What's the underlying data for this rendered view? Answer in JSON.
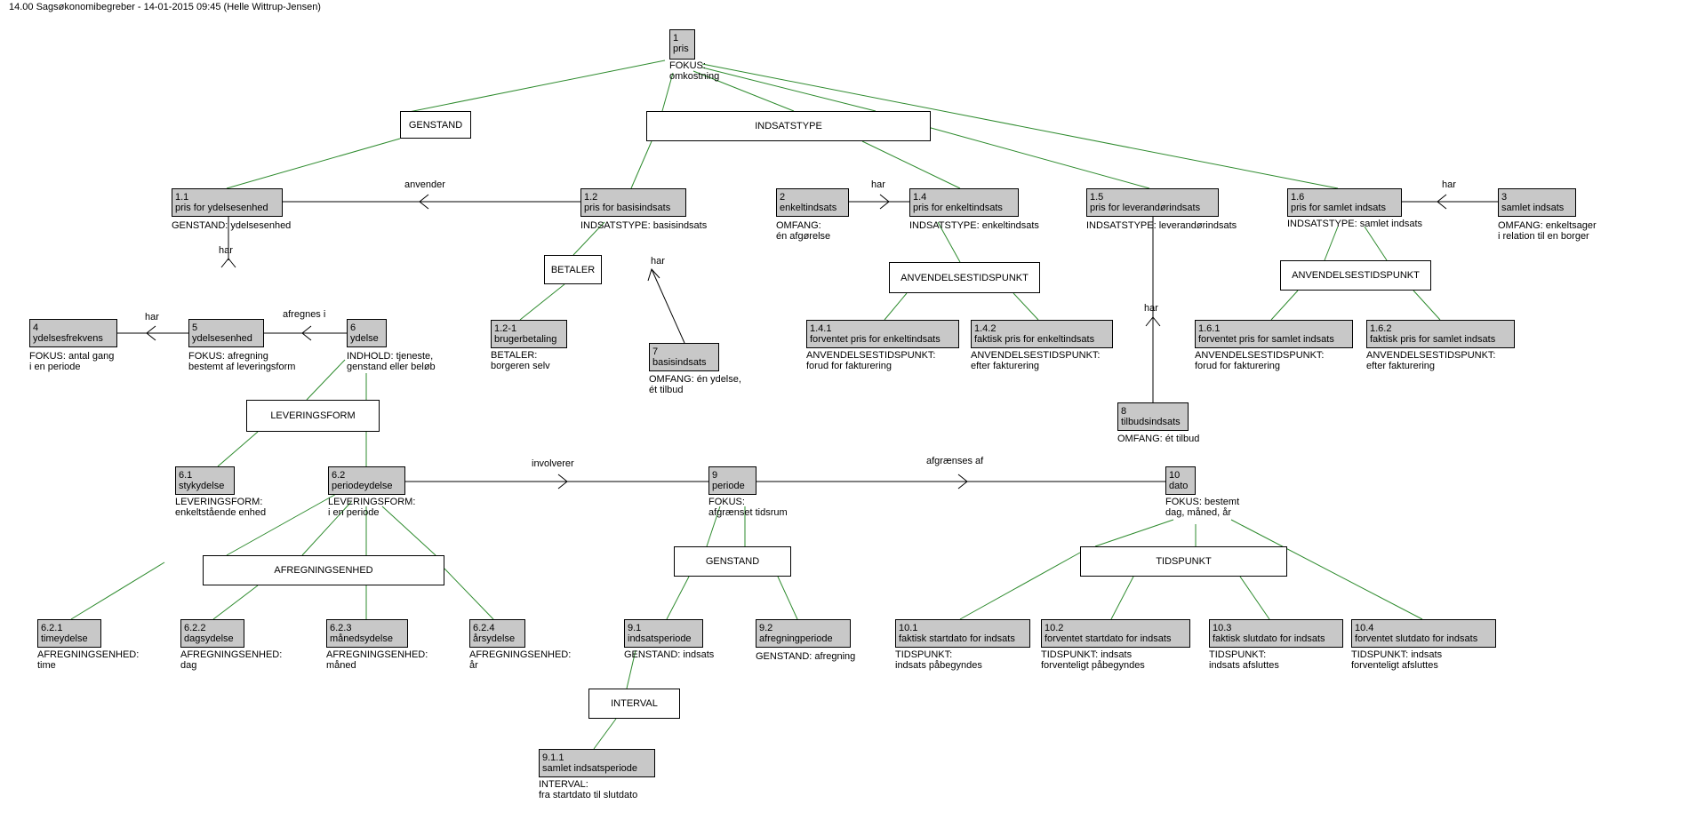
{
  "page": {
    "title": "14.00 Sagsøkonomibegreber - 14-01-2015 09:45 (Helle Wittrup-Jensen)"
  },
  "colors": {
    "concept_fill": "#c8c8c8",
    "generalization_line": "#2e8b2e",
    "association_line": "#000000"
  },
  "concepts": {
    "c1": {
      "id": "1",
      "name": "pris",
      "notes": [
        "FOKUS:",
        "omkostning"
      ]
    },
    "c1_1": {
      "id": "1.1",
      "name": "pris for ydelsesenhed",
      "notes": [
        "GENSTAND: ydelsesenhed"
      ]
    },
    "c1_2": {
      "id": "1.2",
      "name": "pris for basisindsats",
      "notes": [
        "INDSATSTYPE: basisindsats"
      ]
    },
    "c2": {
      "id": "2",
      "name": "enkeltindsats",
      "notes": [
        "OMFANG:",
        "én afgørelse"
      ]
    },
    "c1_4": {
      "id": "1.4",
      "name": "pris for enkeltindsats",
      "notes": [
        "INDSATSTYPE: enkeltindsats"
      ]
    },
    "c1_5": {
      "id": "1.5",
      "name": "pris for leverandørindsats",
      "notes": [
        "INDSATSTYPE: leverandørindsats"
      ]
    },
    "c1_6": {
      "id": "1.6",
      "name": "pris for samlet indsats",
      "notes": [
        "INDSATSTYPE: samlet indsats"
      ]
    },
    "c3": {
      "id": "3",
      "name": "samlet indsats",
      "notes": [
        "OMFANG: enkeltsager",
        "i relation til en borger"
      ]
    },
    "c4": {
      "id": "4",
      "name": "ydelsesfrekvens",
      "notes": [
        "FOKUS: antal gang",
        "i en periode"
      ]
    },
    "c5": {
      "id": "5",
      "name": "ydelsesenhed",
      "notes": [
        "FOKUS: afregning",
        "bestemt af leveringsform"
      ]
    },
    "c6": {
      "id": "6",
      "name": "ydelse",
      "notes": [
        "INDHOLD: tjeneste,",
        "genstand eller beløb"
      ]
    },
    "c1_2_1": {
      "id": "1.2-1",
      "name": "brugerbetaling",
      "notes": [
        "BETALER:",
        "borgeren selv"
      ]
    },
    "c7": {
      "id": "7",
      "name": "basisindsats",
      "notes": [
        "OMFANG: én ydelse,",
        "ét tilbud"
      ]
    },
    "c1_4_1": {
      "id": "1.4.1",
      "name": "forventet pris for enkeltindsats",
      "notes": [
        "ANVENDELSESTIDSPUNKT:",
        "forud for fakturering"
      ]
    },
    "c1_4_2": {
      "id": "1.4.2",
      "name": "faktisk pris for enkeltindsats",
      "notes": [
        "ANVENDELSESTIDSPUNKT:",
        "efter fakturering"
      ]
    },
    "c1_6_1": {
      "id": "1.6.1",
      "name": "forventet pris for samlet indsats",
      "notes": [
        "ANVENDELSESTIDSPUNKT:",
        "forud for fakturering"
      ]
    },
    "c1_6_2": {
      "id": "1.6.2",
      "name": "faktisk pris for samlet indsats",
      "notes": [
        "ANVENDELSESTIDSPUNKT:",
        "efter fakturering"
      ]
    },
    "c8": {
      "id": "8",
      "name": "tilbudsindsats",
      "notes": [
        "OMFANG: ét tilbud"
      ]
    },
    "c6_1": {
      "id": "6.1",
      "name": "stykydelse",
      "notes": [
        "LEVERINGSFORM:",
        "enkeltstående enhed"
      ]
    },
    "c6_2": {
      "id": "6.2",
      "name": "periodeydelse",
      "notes": [
        "LEVERINGSFORM:",
        "i en periode"
      ]
    },
    "c9": {
      "id": "9",
      "name": "periode",
      "notes": [
        "FOKUS:",
        "afgrænset tidsrum"
      ]
    },
    "c10": {
      "id": "10",
      "name": "dato",
      "notes": [
        "FOKUS: bestemt",
        "dag, måned, år"
      ]
    },
    "c6_2_1": {
      "id": "6.2.1",
      "name": "timeydelse",
      "notes": [
        "AFREGNINGSENHED:",
        "time"
      ]
    },
    "c6_2_2": {
      "id": "6.2.2",
      "name": "dagsydelse",
      "notes": [
        "AFREGNINGSENHED:",
        "dag"
      ]
    },
    "c6_2_3": {
      "id": "6.2.3",
      "name": "månedsydelse",
      "notes": [
        "AFREGNINGSENHED:",
        "måned"
      ]
    },
    "c6_2_4": {
      "id": "6.2.4",
      "name": "årsydelse",
      "notes": [
        "AFREGNINGSENHED:",
        "år"
      ]
    },
    "c9_1": {
      "id": "9.1",
      "name": "indsatsperiode",
      "notes": [
        "GENSTAND: indsats"
      ]
    },
    "c9_2": {
      "id": "9.2",
      "name": "afregningperiode",
      "notes": [
        "GENSTAND: afregning"
      ]
    },
    "c9_1_1": {
      "id": "9.1.1",
      "name": "samlet indsatsperiode",
      "notes": [
        "INTERVAL:",
        "fra startdato til slutdato"
      ]
    },
    "c10_1": {
      "id": "10.1",
      "name": "faktisk startdato for indsats",
      "notes": [
        "TIDSPUNKT:",
        "indsats påbegyndes"
      ]
    },
    "c10_2": {
      "id": "10.2",
      "name": "forventet startdato for indsats",
      "notes": [
        "TIDSPUNKT: indsats",
        "forventeligt påbegyndes"
      ]
    },
    "c10_3": {
      "id": "10.3",
      "name": "faktisk slutdato for indsats",
      "notes": [
        "TIDSPUNKT:",
        "indsats afsluttes"
      ]
    },
    "c10_4": {
      "id": "10.4",
      "name": "forventet slutdato for indsats",
      "notes": [
        "TIDSPUNKT: indsats",
        "forventeligt afsluttes"
      ]
    }
  },
  "criteria": {
    "genstand1": "GENSTAND",
    "indsatstype": "INDSATSTYPE",
    "betaler": "BETALER",
    "anv1": "ANVENDELSESTIDSPUNKT",
    "anv2": "ANVENDELSESTIDSPUNKT",
    "leveringsform": "LEVERINGSFORM",
    "afregningsenhed": "AFREGNINGSENHED",
    "genstand2": "GENSTAND",
    "tidspunkt": "TIDSPUNKT",
    "interval": "INTERVAL"
  },
  "relations": {
    "anvender": "anvender",
    "har_1_2_7": "har",
    "har_2_1_4": "har",
    "har_3_1_6": "har",
    "har_5_1_1": "har",
    "har_5_4": "har",
    "afregnes_i": "afregnes i",
    "har_8_1_5": "har",
    "involverer": "involverer",
    "afgraenses_af": "afgrænses af"
  }
}
